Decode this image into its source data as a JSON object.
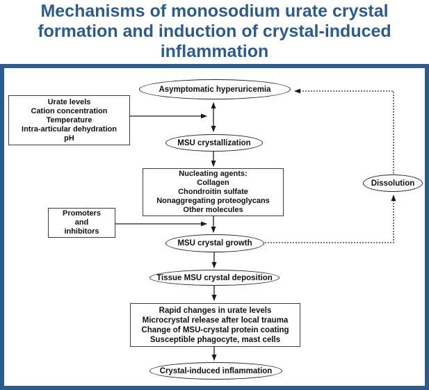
{
  "title": "Mechanisms of monosodium urate crystal\nformation and induction of crystal-induced\ninflammation",
  "colors": {
    "accent_blue": "#2d5c8c",
    "diagram_line": "#1a1a1a",
    "background": "#ffffff"
  },
  "flowchart": {
    "nodes": {
      "asymptomatic": "Asymptomatic hyperuricemia",
      "factors": "Urate levels\nCation concentration\nTemperature\nIntra-articular dehydration\npH",
      "msu_crystallization": "MSU crystallization",
      "nucleating": "Nucleating agents:\nCollagen\nChondroitin sulfate\nNonaggregating proteoglycans\nOther molecules",
      "promoters": "Promoters\nand\ninhibitors",
      "msu_growth": "MSU crystal growth",
      "dissolution": "Dissolution",
      "deposition": "Tissue MSU crystal deposition",
      "triggers": "Rapid changes in urate levels\nMicrocrystal release after local trauma\nChange of MSU-crystal protein coating\nSusceptible phagocyte, mast cells",
      "inflammation": "Crystal-induced inflammation"
    },
    "edges": [
      "factors -> hyperuricemia/crystallization axis (solid arrow)",
      "asymptomatic <-> msu_crystallization (double-headed solid arrow)",
      "msu_crystallization -> nucleating (solid arrow)",
      "promoters -> growth axis (solid arrow)",
      "nucleating -> msu_growth (solid arrow)",
      "msu_growth -> deposition (solid arrow)",
      "deposition -> triggers (solid arrow)",
      "triggers -> inflammation (solid arrow)",
      "msu_growth -> dissolution (dotted arrow)",
      "dissolution -> asymptomatic (dotted arrow)"
    ]
  }
}
